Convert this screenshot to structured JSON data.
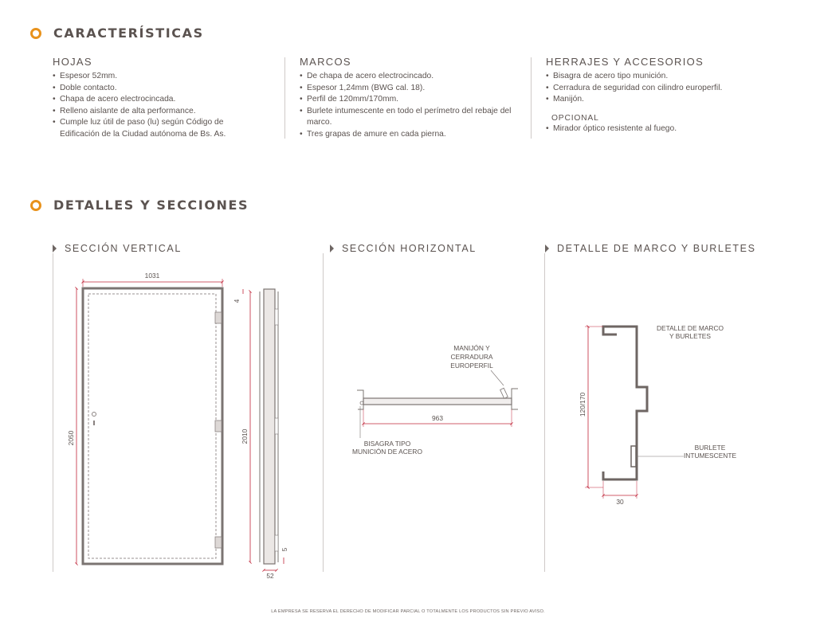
{
  "sections": {
    "caracteristicas": "CARACTERÍSTICAS",
    "detalles": "DETALLES Y SECCIONES"
  },
  "columns": [
    {
      "title": "HOJAS",
      "items": [
        "Espesor 52mm.",
        "Doble contacto.",
        "Chapa de acero electrocincada.",
        "Relleno aislante de alta performance.",
        "Cumple luz útil de paso (lu) según Código de Edificación de la Ciudad autónoma de Bs. As."
      ]
    },
    {
      "title": "MARCOS",
      "items": [
        "De chapa de acero electrocincado.",
        "Espesor 1,24mm (BWG cal. 18).",
        "Perfil de 120mm/170mm.",
        "Burlete intumescente en todo el perímetro del rebaje del marco.",
        "Tres grapas de amure en cada pierna."
      ]
    },
    {
      "title": "HERRAJES Y ACCESORIOS",
      "items": [
        "Bisagra de acero tipo munición.",
        "Cerradura de seguridad con cilindro europerfil.",
        "Manijón."
      ],
      "optional_title": "OPCIONAL",
      "optional_items": [
        "Mirador óptico resistente al fuego."
      ]
    }
  ],
  "subsections": {
    "vertical": "SECCIÓN VERTICAL",
    "horizontal": "SECCIÓN HORIZONTAL",
    "marco": "DETALLE DE MARCO Y BURLETES"
  },
  "drawings": {
    "vertical": {
      "width": "1031",
      "height": "2050",
      "height_side": "2010",
      "top_gap": "4",
      "bottom_gap": "5",
      "thickness": "52"
    },
    "horizontal": {
      "width": "963",
      "label_lock": [
        "MANIJÓN Y",
        "CERRADURA",
        "EUROPERFIL"
      ],
      "label_hinge": [
        "BISAGRA TIPO",
        "MUNICIÓN  DE ACERO"
      ]
    },
    "marco": {
      "height": "120/170",
      "width": "30",
      "title": [
        "DETALLE DE MARCO",
        "Y BURLETES"
      ],
      "label_burlete": [
        "BURLETE",
        "INTUMESCENTE"
      ]
    }
  },
  "footer": "LA EMPRESA SE RESERVA EL DERECHO DE MODIFICAR PARCIAL O TOTALMENTE LOS PRODUCTOS SIN PREVIO AVISO.",
  "colors": {
    "accent": "#e8921c",
    "text": "#5b5350",
    "dimension": "#c0263a"
  }
}
